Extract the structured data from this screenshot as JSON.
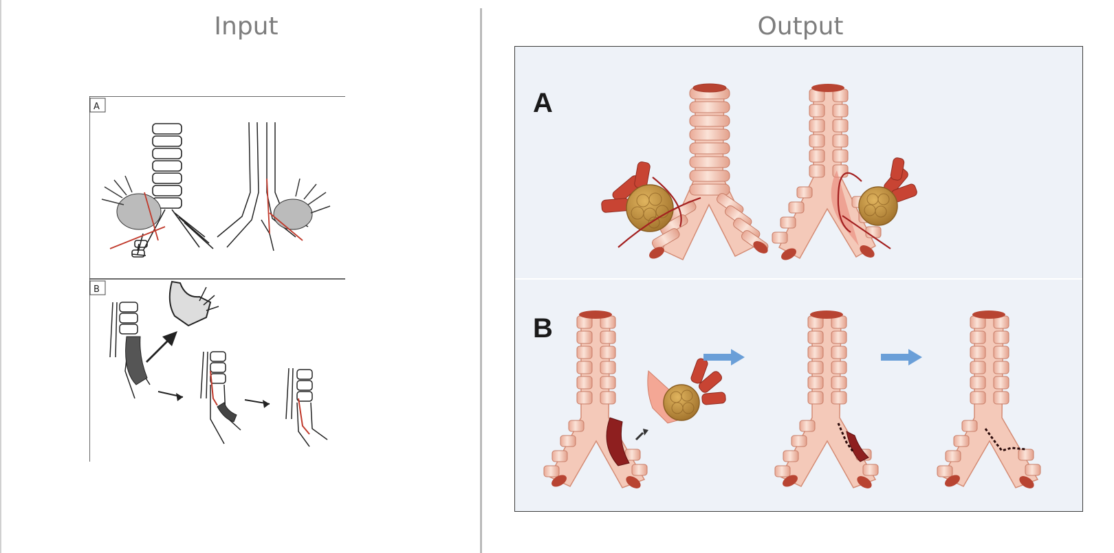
{
  "headings": {
    "input": "Input",
    "output": "Output"
  },
  "input_figure": {
    "panel_a_label": "A",
    "panel_b_label": "B"
  },
  "output_figure": {
    "panel_a_label": "A",
    "panel_b_label": "B"
  },
  "colors": {
    "divider": "#b9b9b9",
    "heading_text": "#7d7d7d",
    "output_background": "#eef2f8",
    "airway_fill": "#f2c2b0",
    "airway_dark": "#c0392b",
    "tumor_fill": "#c8963e",
    "arrow_blue": "#6a9fd8",
    "resection_line": "#b22222"
  }
}
